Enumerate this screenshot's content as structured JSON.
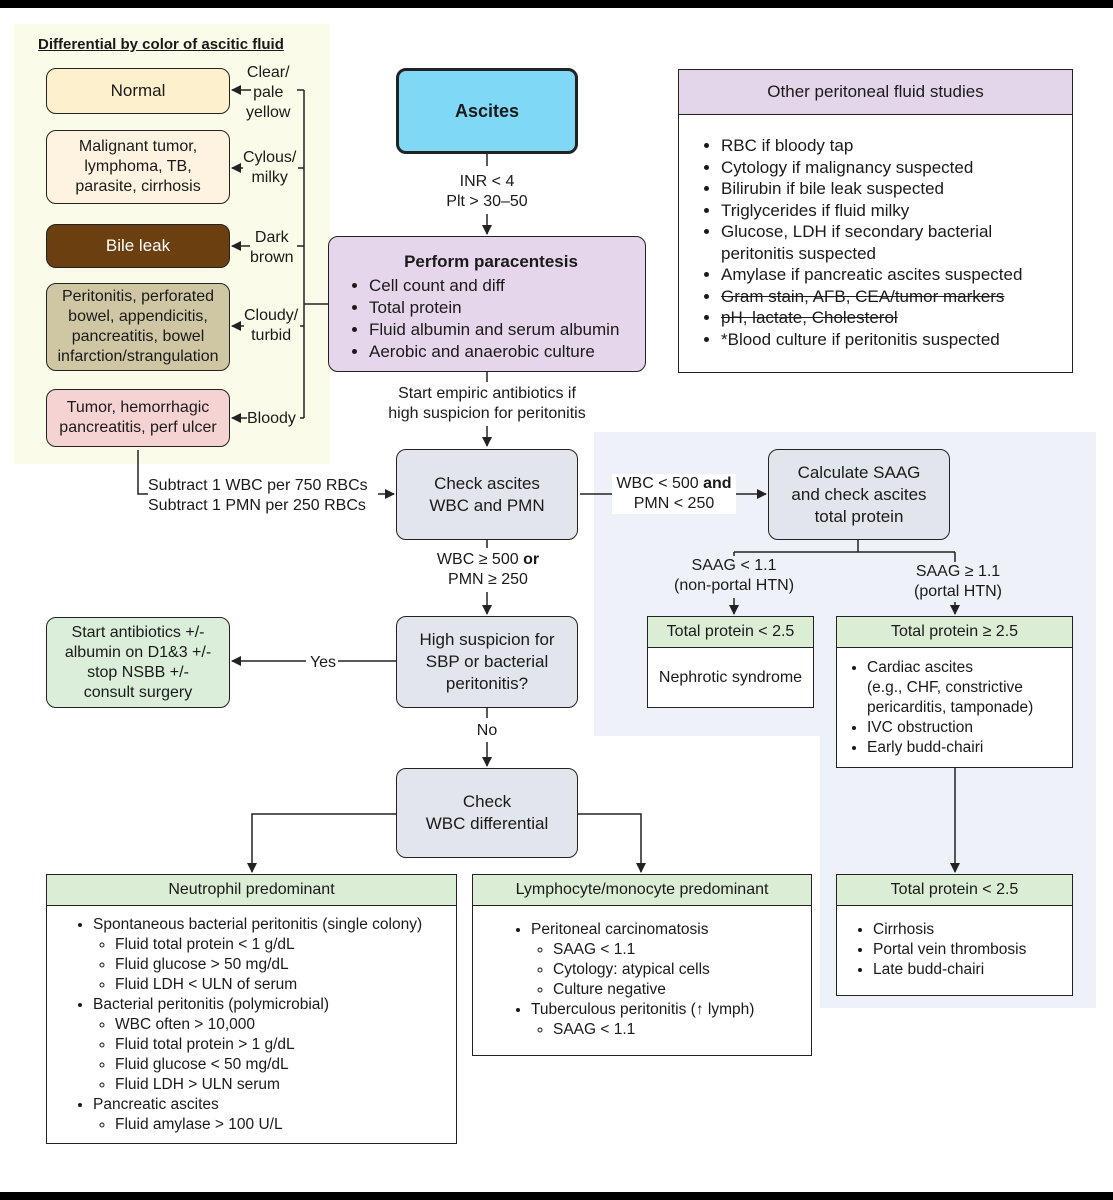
{
  "colors": {
    "ascites": "#7fd8f5",
    "paracentesis": "#e6d6ec",
    "grey": "#e2e5ec",
    "green_header": "#dbeed5",
    "normal": "#fdf0cc",
    "malignant": "#fdf3e0",
    "bile": "#6b3f10",
    "peritonitis": "#cfc7a3",
    "tumor": "#f6d3d3",
    "start_abx": "#daeeda",
    "other_header": "#e4d6ea"
  },
  "left_panel": {
    "title": "Differential by color of ascitic fluid",
    "items": [
      {
        "box": "Normal",
        "color_label": "Clear/\npale\nyellow"
      },
      {
        "box": "Malignant tumor,\nlymphoma, TB,\nparasite, cirrhosis",
        "color_label": "Cylous/\nmilky"
      },
      {
        "box": "Bile leak",
        "color_label": "Dark\nbrown"
      },
      {
        "box": "Peritonitis, perforated\nbowel, appendicitis,\npancreatitis, bowel\ninfarction/strangulation",
        "color_label": "Cloudy/\nturbid"
      },
      {
        "box": "Tumor, hemorrhagic\npancreatitis, perf ulcer",
        "color_label": "Bloody"
      }
    ]
  },
  "ascites": "Ascites",
  "inr_label": "INR < 4\nPlt > 30–50",
  "paracentesis": {
    "title": "Perform paracentesis",
    "items": [
      "Cell count and diff",
      "Total protein",
      "Fluid albumin and serum albumin",
      "Aerobic and anaerobic culture"
    ]
  },
  "empiric_label": "Start empiric antibiotics if\nhigh suspicion for peritonitis",
  "other_studies": {
    "title": "Other peritoneal fluid studies",
    "items": [
      {
        "text": "RBC if bloody tap",
        "strike": false
      },
      {
        "text": "Cytology if malignancy suspected",
        "strike": false
      },
      {
        "text": "Bilirubin if bile leak suspected",
        "strike": false
      },
      {
        "text": "Triglycerides if fluid milky",
        "strike": false
      },
      {
        "text": "Glucose, LDH if secondary bacterial peritonitis suspected",
        "strike": false
      },
      {
        "text": "Amylase if pancreatic ascites suspected",
        "strike": false
      },
      {
        "text": "Gram stain, AFB, CEA/tumor markers",
        "strike": true
      },
      {
        "text": "pH, lactate, Cholesterol",
        "strike": true
      },
      {
        "text": "*Blood culture if peritonitis suspected",
        "strike": false
      }
    ]
  },
  "subtract_label": "Subtract 1 WBC per 750 RBCs\nSubtract 1 PMN per 250 RBCs",
  "check_wbc": "Check ascites\nWBC and PMN",
  "wbc_low_label_a": "WBC < 500 ",
  "wbc_low_label_b": "and",
  "wbc_low_label_c": "PMN < 250",
  "saag_box": "Calculate SAAG\nand check ascites\ntotal protein",
  "saag_low_label": "SAAG < 1.1\n(non-portal HTN)",
  "saag_high_label": "SAAG ≥ 1.1\n(portal HTN)",
  "tp_low": {
    "header": "Total protein < 2.5",
    "body": "Nephrotic syndrome"
  },
  "tp_high": {
    "header": "Total protein ≥ 2.5",
    "items": [
      "Cardiac ascites\n(e.g., CHF, constrictive\npericarditis, tamponade)",
      "IVC obstruction",
      "Early budd-chairi"
    ]
  },
  "tp_low2": {
    "header": "Total protein < 2.5",
    "items": [
      "Cirrhosis",
      "Portal vein thrombosis",
      "Late budd-chairi"
    ]
  },
  "wbc_high_label_a": "WBC ≥ 500 ",
  "wbc_high_label_b": "or",
  "wbc_high_label_c": "PMN ≥ 250",
  "sbp_box": "High suspicion for\nSBP or bacterial\nperitonitis?",
  "yes_label": "Yes",
  "no_label": "No",
  "start_abx": "Start antibiotics +/-\nalbumin on D1&3 +/-\nstop NSBB +/-\nconsult surgery",
  "check_diff": "Check\nWBC differential",
  "neutrophil": {
    "header": "Neutrophil predominant",
    "items": [
      {
        "text": "Spontaneous bacterial peritonitis (single colony)",
        "sub": [
          "Fluid total protein < 1 g/dL",
          "Fluid glucose > 50 mg/dL",
          "Fluid LDH < ULN of serum"
        ]
      },
      {
        "text": "Bacterial peritonitis (polymicrobial)",
        "sub": [
          "WBC often > 10,000",
          "Fluid total protein > 1 g/dL",
          "Fluid glucose < 50 mg/dL",
          "Fluid LDH > ULN serum"
        ]
      },
      {
        "text": "Pancreatic ascites",
        "sub": [
          "Fluid amylase > 100 U/L"
        ]
      }
    ]
  },
  "lymphocyte": {
    "header": "Lymphocyte/monocyte predominant",
    "items": [
      {
        "text": "Peritoneal carcinomatosis",
        "sub": [
          "SAAG < 1.1",
          "Cytology: atypical cells",
          "Culture negative"
        ]
      },
      {
        "text": "Tuberculous peritonitis (↑ lymph)",
        "sub": [
          "SAAG < 1.1"
        ]
      }
    ]
  }
}
